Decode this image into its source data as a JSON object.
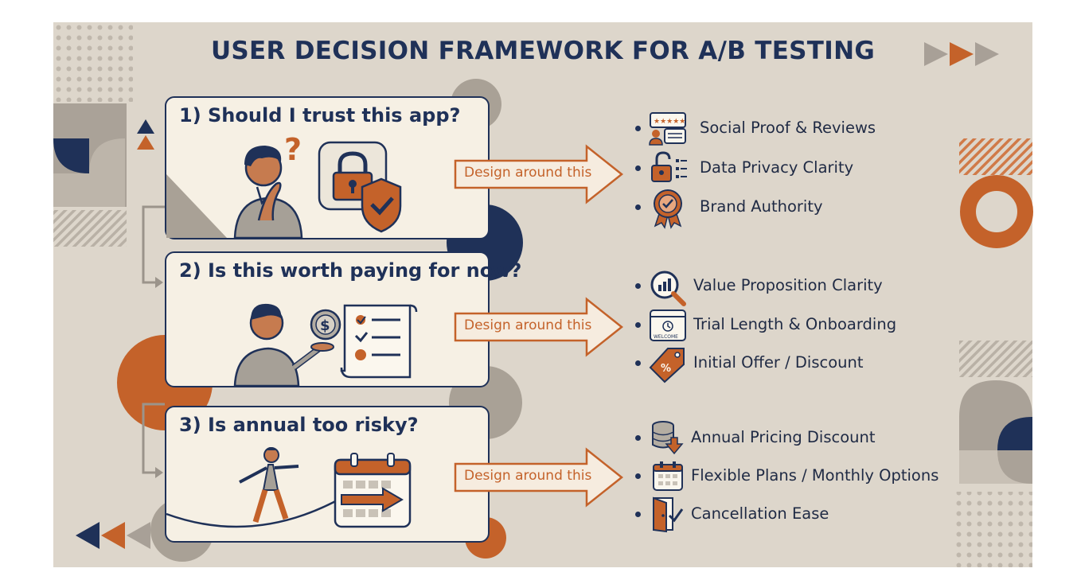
{
  "title": "USER DECISION FRAMEWORK FOR A/B TESTING",
  "colors": {
    "navy": "#1f3158",
    "orange": "#c4622a",
    "background": "#ddd6cb",
    "card": "#f6f0e4",
    "gray": "#a8a097"
  },
  "arrow_label": "Design around this",
  "questions": [
    {
      "label": "1) Should I trust this app?",
      "options": [
        {
          "label": "Social Proof & Reviews",
          "icon": "reviews-icon"
        },
        {
          "label": "Data Privacy Clarity",
          "icon": "unlocked-privacy-icon"
        },
        {
          "label": "Brand Authority",
          "icon": "badge-icon"
        }
      ]
    },
    {
      "label": "2) Is this worth paying for now?",
      "options": [
        {
          "label": "Value Proposition Clarity",
          "icon": "magnifier-chart-icon"
        },
        {
          "label": "Trial Length & Onboarding",
          "icon": "welcome-clock-icon"
        },
        {
          "label": "Initial Offer / Discount",
          "icon": "discount-tag-icon"
        }
      ]
    },
    {
      "label": "3) Is annual too risky?",
      "options": [
        {
          "label": "Annual Pricing Discount",
          "icon": "coin-stack-down-icon"
        },
        {
          "label": "Flexible Plans / Monthly Options",
          "icon": "calendar-icon"
        },
        {
          "label": "Cancellation Ease",
          "icon": "door-check-icon"
        }
      ]
    }
  ],
  "welcome_text": "WELCOME"
}
